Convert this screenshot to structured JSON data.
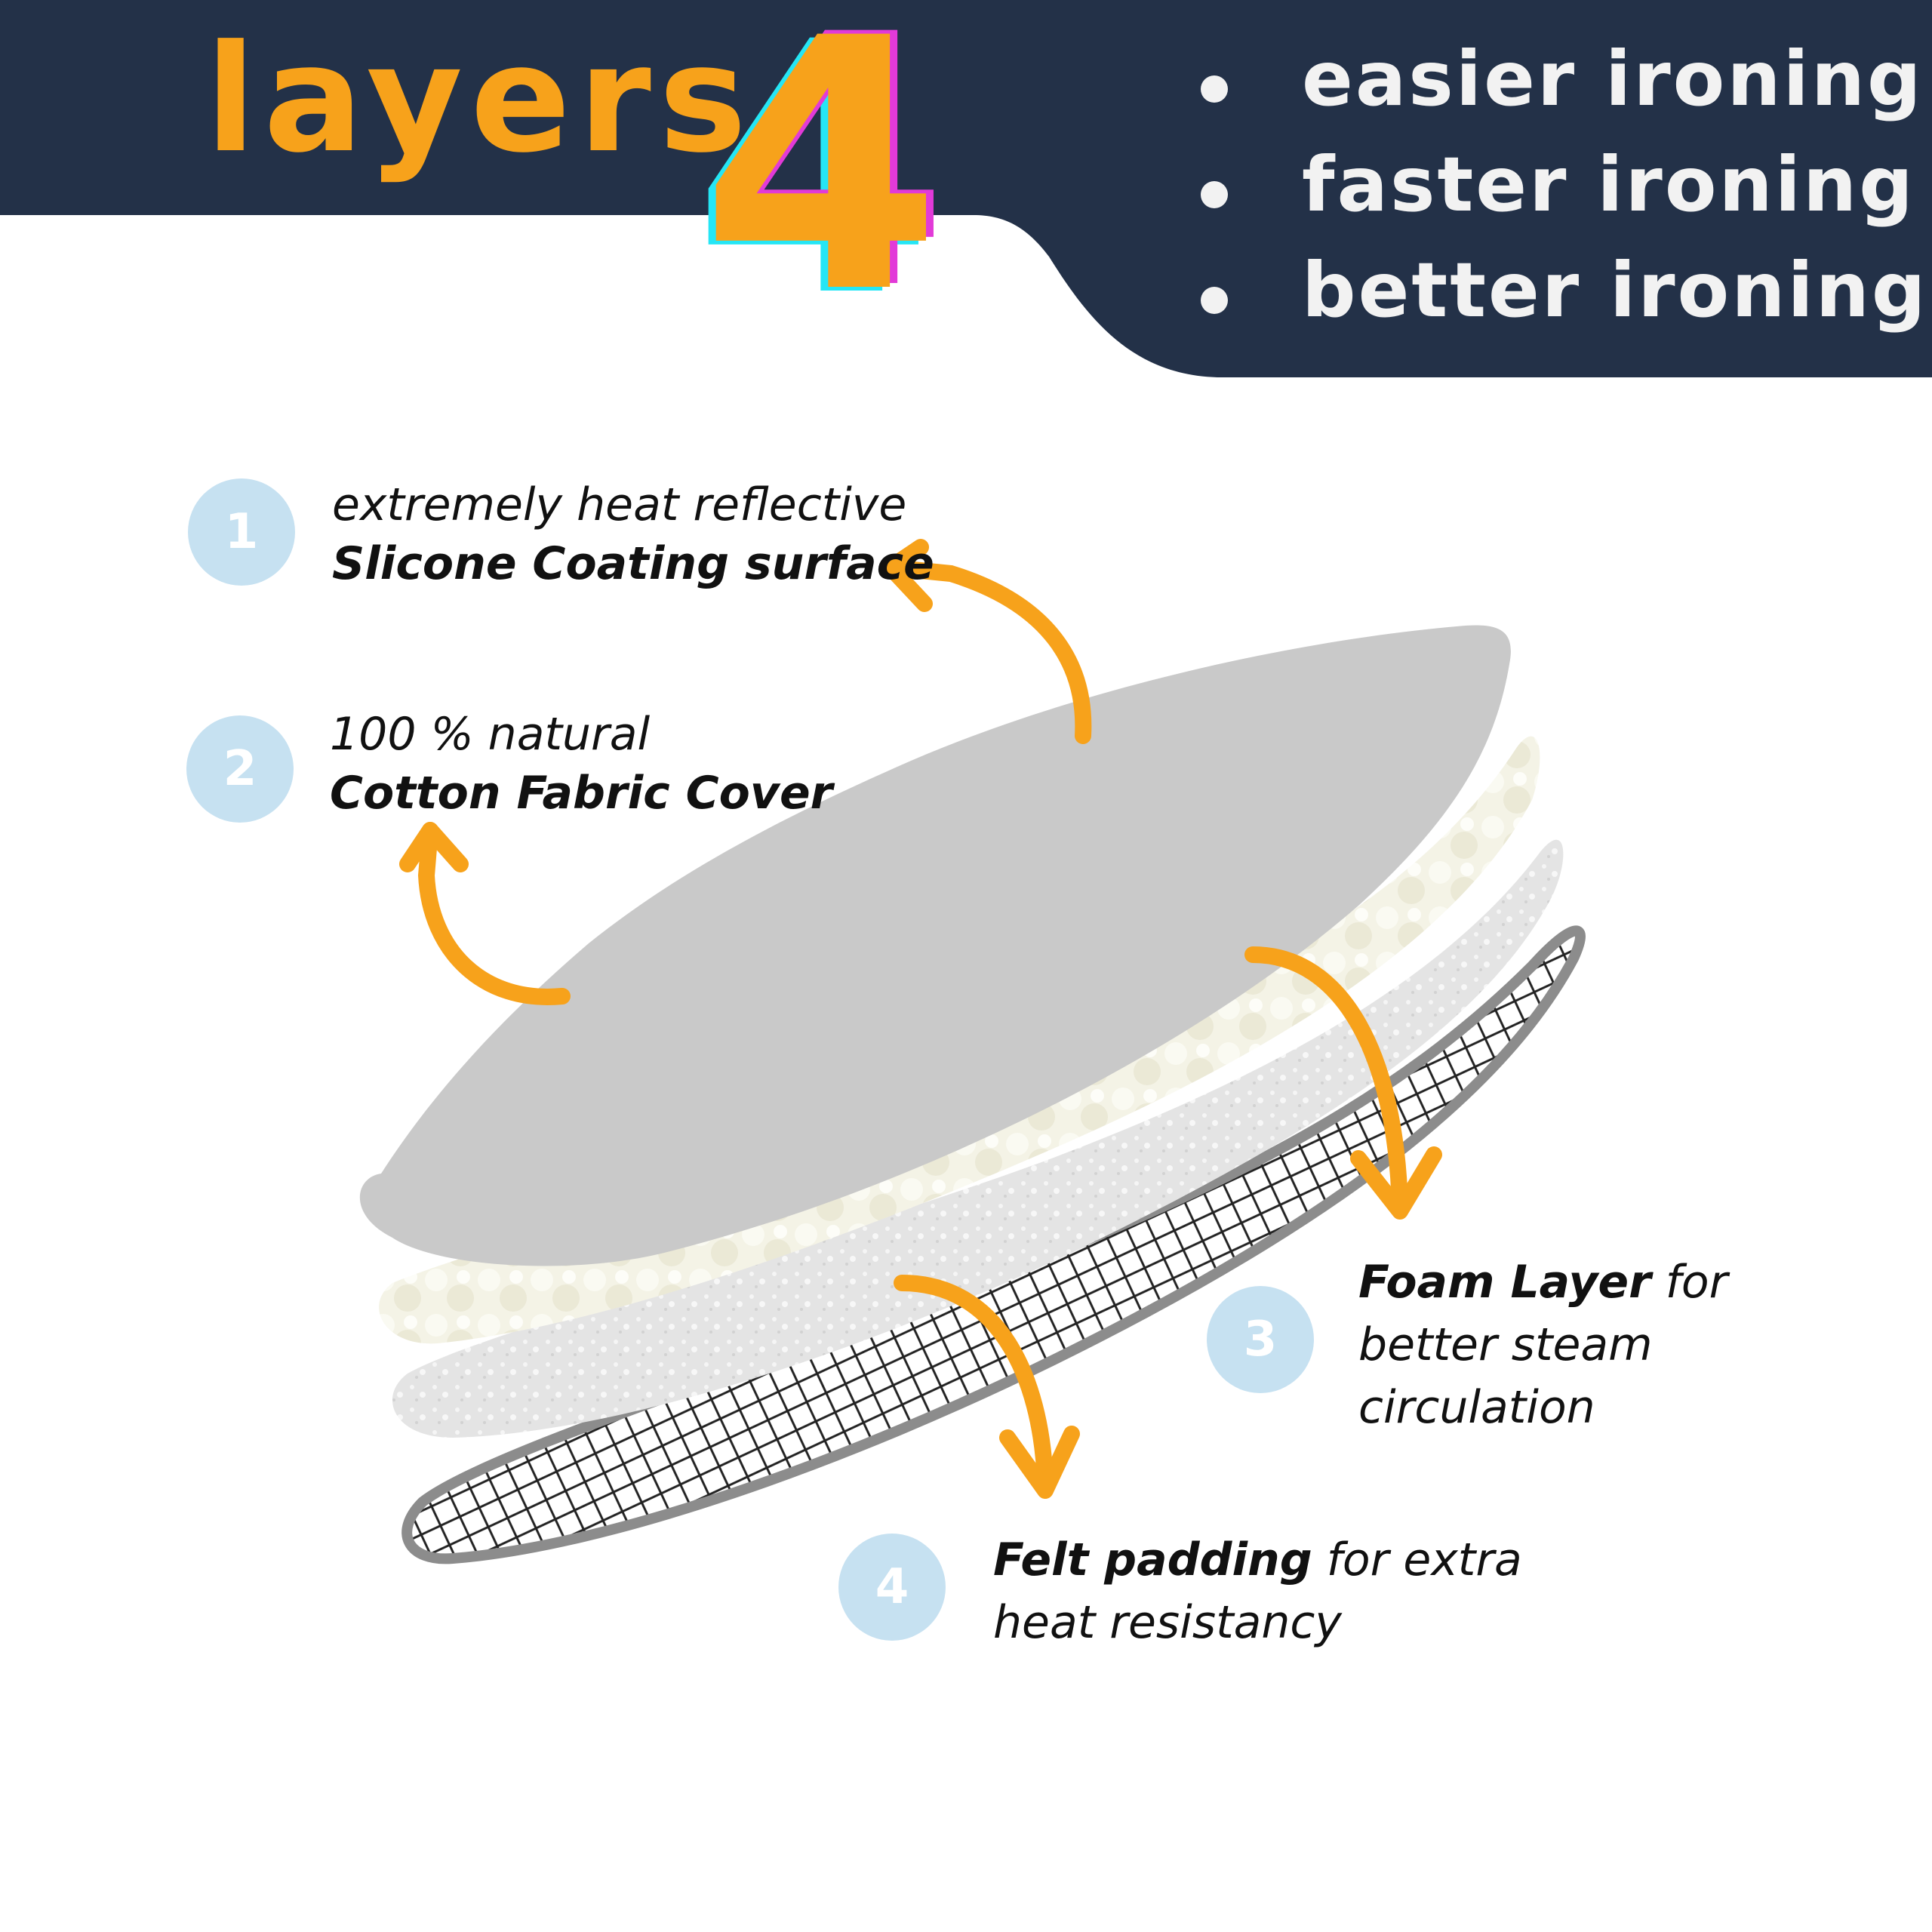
{
  "header": {
    "title_word": "layers",
    "title_number": "4",
    "benefits": [
      "easier ironing",
      "faster ironing",
      "better ironing"
    ]
  },
  "layers": [
    {
      "number": "1",
      "line1": "extremely heat reflective",
      "line2": "Slicone Coating surface"
    },
    {
      "number": "2",
      "line1": "100 % natural",
      "line2": "Cotton Fabric Cover"
    },
    {
      "number": "3",
      "bold": "Foam Layer",
      "rest": " for",
      "line2": "better steam",
      "line3": "circulation"
    },
    {
      "number": "4",
      "bold": "Felt padding",
      "rest": " for extra",
      "line2": "heat resistancy"
    }
  ],
  "colors": {
    "navy": "#233148",
    "orange": "#f7a21b",
    "badge": "#c6e1f1",
    "cyan_shadow": "#25e6f5",
    "magenta_shadow": "#e23ad8"
  }
}
